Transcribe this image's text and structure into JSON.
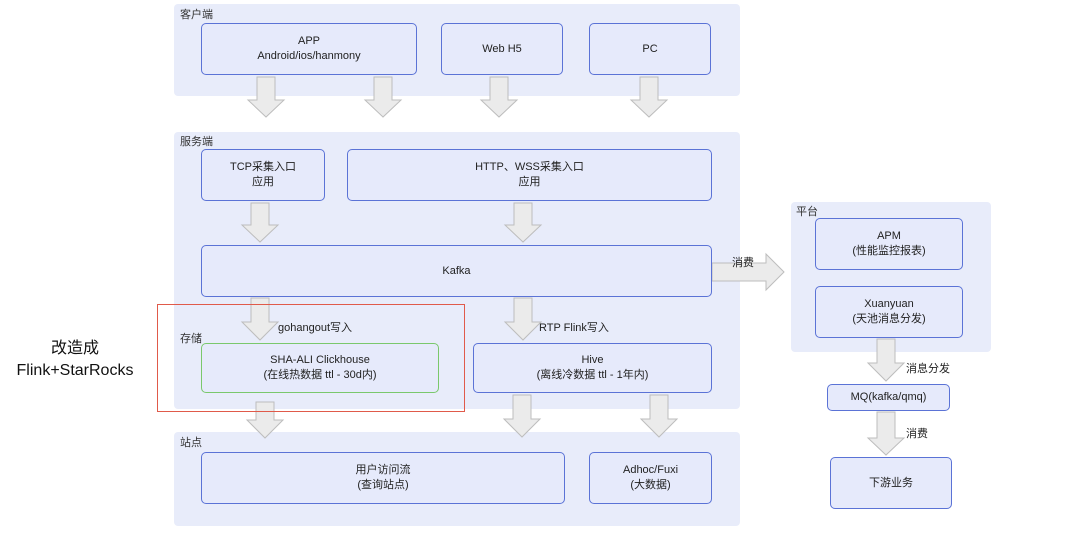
{
  "zones": {
    "client": "客户端",
    "server": "服务端",
    "storage": "存储",
    "site": "站点",
    "platform": "平台"
  },
  "boxes": {
    "app_line1": "APP",
    "app_line2": "Android/ios/hanmony",
    "webh5": "Web H5",
    "pc": "PC",
    "tcp_line1": "TCP采集入口",
    "tcp_line2": "应用",
    "http_line1": "HTTP、WSS采集入口",
    "http_line2": "应用",
    "kafka": "Kafka",
    "clickhouse_line1": "SHA-ALI Clickhouse",
    "clickhouse_line2": "(在线热数据 ttl - 30d内)",
    "hive_line1": "Hive",
    "hive_line2": "(离线冷数据 ttl - 1年内)",
    "user_flow_line1": "用户访问流",
    "user_flow_line2": "(查询站点)",
    "adhoc_line1": "Adhoc/Fuxi",
    "adhoc_line2": "(大数据)",
    "apm_line1": "APM",
    "apm_line2": "(性能监控报表)",
    "xuanyuan_line1": "Xuanyuan",
    "xuanyuan_line2": "(天池消息分发)",
    "mq": "MQ(kafka/qmq)",
    "downstream": "下游业务"
  },
  "edge_labels": {
    "gohangout": "gohangout写入",
    "rtp_flink": "RTP Flink写入",
    "consume1": "消费",
    "distribute": "消息分发",
    "consume2": "消费"
  },
  "annotation": {
    "line1": "改造成",
    "line2": "Flink+StarRocks"
  }
}
